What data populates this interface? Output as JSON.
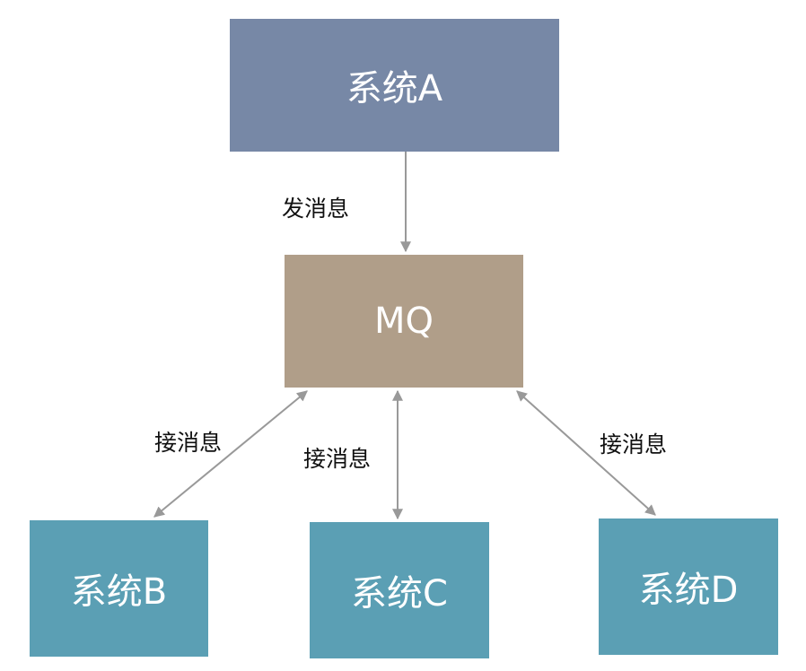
{
  "nodes": {
    "a": "系统A",
    "mq": "MQ",
    "b": "系统B",
    "c": "系统C",
    "d": "系统D"
  },
  "edge_labels": {
    "send": "发消息",
    "recv_b": "接消息",
    "recv_c": "接消息",
    "recv_d": "接消息"
  },
  "colors": {
    "system_a": "#7788a6",
    "mq": "#b09e89",
    "subscribers": "#5b9fb4",
    "arrow": "#999999"
  }
}
